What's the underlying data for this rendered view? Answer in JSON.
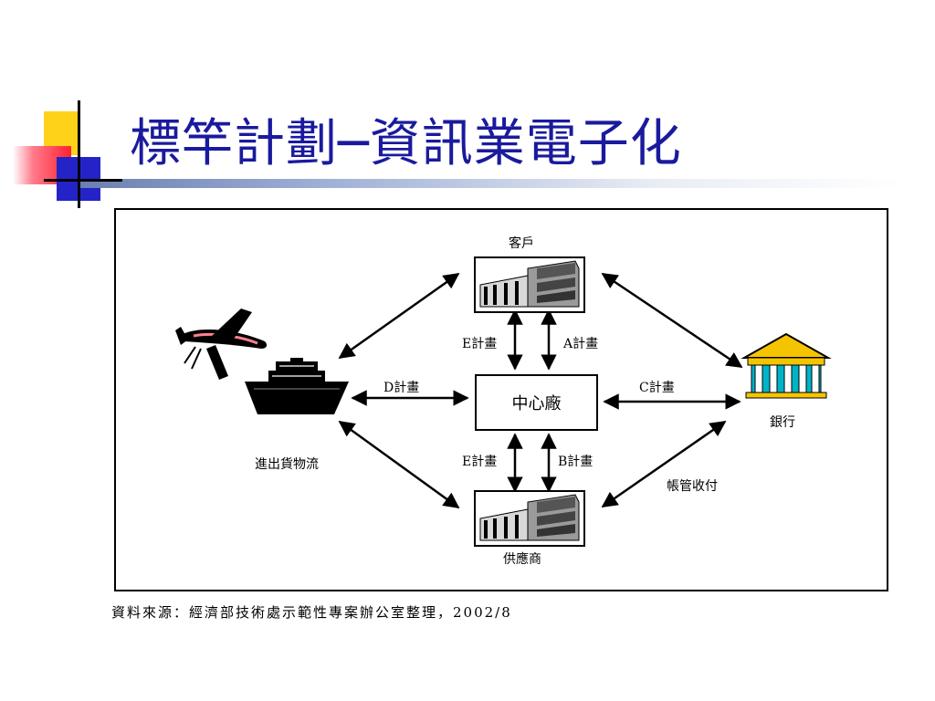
{
  "slide": {
    "title": "標竿計劃─資訊業電子化",
    "source": "資料來源：經濟部技術處示範性專案辦公室整理，2002/8"
  },
  "diagram": {
    "nodes": {
      "customer": "客戶",
      "center": "中心廠",
      "supplier": "供應商",
      "bank": "銀行",
      "logistics": "進出貨物流"
    },
    "edge_labels": {
      "e_plan_top": "E計畫",
      "a_plan": "A計畫",
      "d_plan": "D計畫",
      "c_plan": "C計畫",
      "e_plan_bottom": "E計畫",
      "b_plan": "B計畫",
      "payables": "帳管收付"
    },
    "icons": [
      "factory-icon",
      "factory-icon",
      "bank-icon",
      "airplane-icon",
      "ship-icon"
    ]
  },
  "colors": {
    "title": "#1a1a9e",
    "accent_yellow": "#ffd21a",
    "accent_blue": "#2323c8",
    "accent_red": "#ff2233",
    "bank_gold": "#f5c400",
    "bank_cyan": "#00b4c8"
  }
}
